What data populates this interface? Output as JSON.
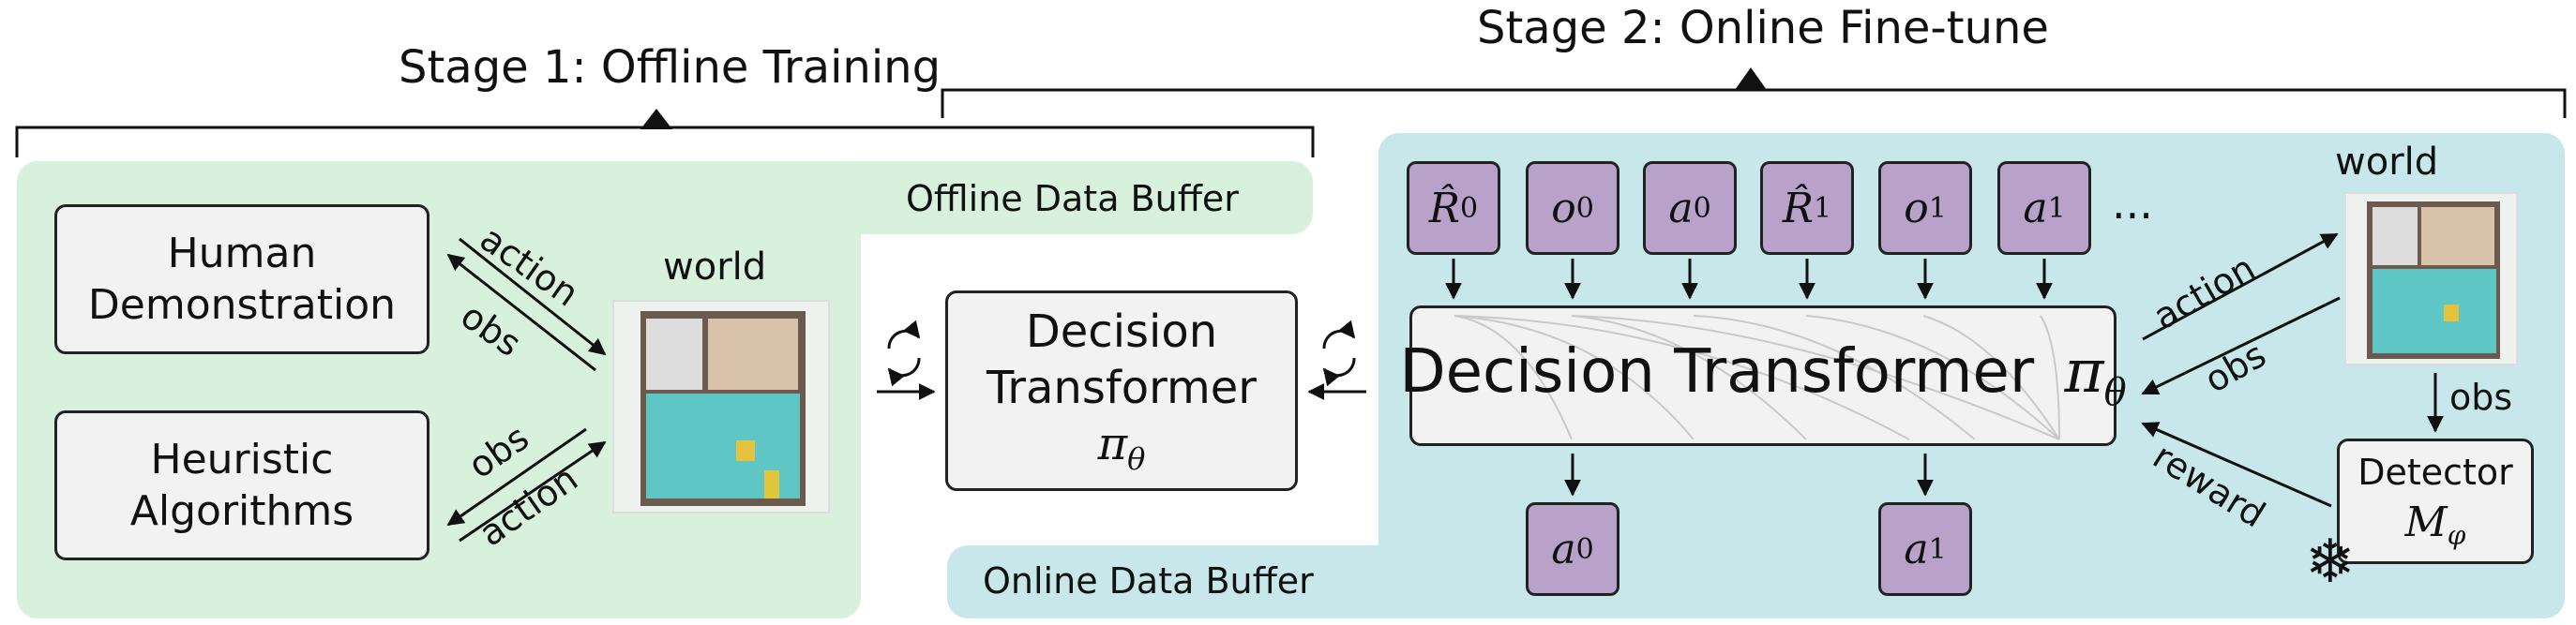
{
  "stage1": {
    "title": "Stage 1: Offline Training"
  },
  "stage2": {
    "title": "Stage 2: Online Fine-tune"
  },
  "offline_buffer": {
    "label": "Offline Data Buffer"
  },
  "online_buffer": {
    "label": "Online Data Buffer"
  },
  "left": {
    "human": {
      "line1": "Human",
      "line2": "Demonstration"
    },
    "heuristic": {
      "line1": "Heuristic",
      "line2": "Algorithms"
    },
    "world_label": "world",
    "edge_action_top": "action",
    "edge_obs_top": "obs",
    "edge_obs_bottom": "obs",
    "edge_action_bottom": "action"
  },
  "middle": {
    "line1": "Decision",
    "line2": "Transformer",
    "symbol": "π",
    "subscript": "θ"
  },
  "right": {
    "tokens_in": [
      {
        "base": "R̂",
        "sub": "0"
      },
      {
        "base": "o",
        "sub": "0"
      },
      {
        "base": "a",
        "sub": "0"
      },
      {
        "base": "R̂",
        "sub": "1"
      },
      {
        "base": "o",
        "sub": "1"
      },
      {
        "base": "a",
        "sub": "1"
      }
    ],
    "ellipsis": "...",
    "dt_label": "Decision Transformer",
    "dt_symbol": "π",
    "dt_subscript": "θ",
    "tokens_out": [
      {
        "base": "a",
        "sub": "0"
      },
      {
        "base": "a",
        "sub": "1"
      }
    ],
    "world_label": "world",
    "edge_action": "action",
    "edge_obs": "obs",
    "edge_obs_down": "obs",
    "edge_reward": "reward",
    "detector": {
      "line1": "Detector",
      "symbol": "M",
      "subscript": "φ"
    },
    "frozen_glyph": "❄"
  },
  "colors": {
    "offline_region": "#d8f1dd",
    "online_region": "#c7e7ea",
    "token_fill": "#b9a2c9",
    "box_fill": "#f2f2f2"
  }
}
